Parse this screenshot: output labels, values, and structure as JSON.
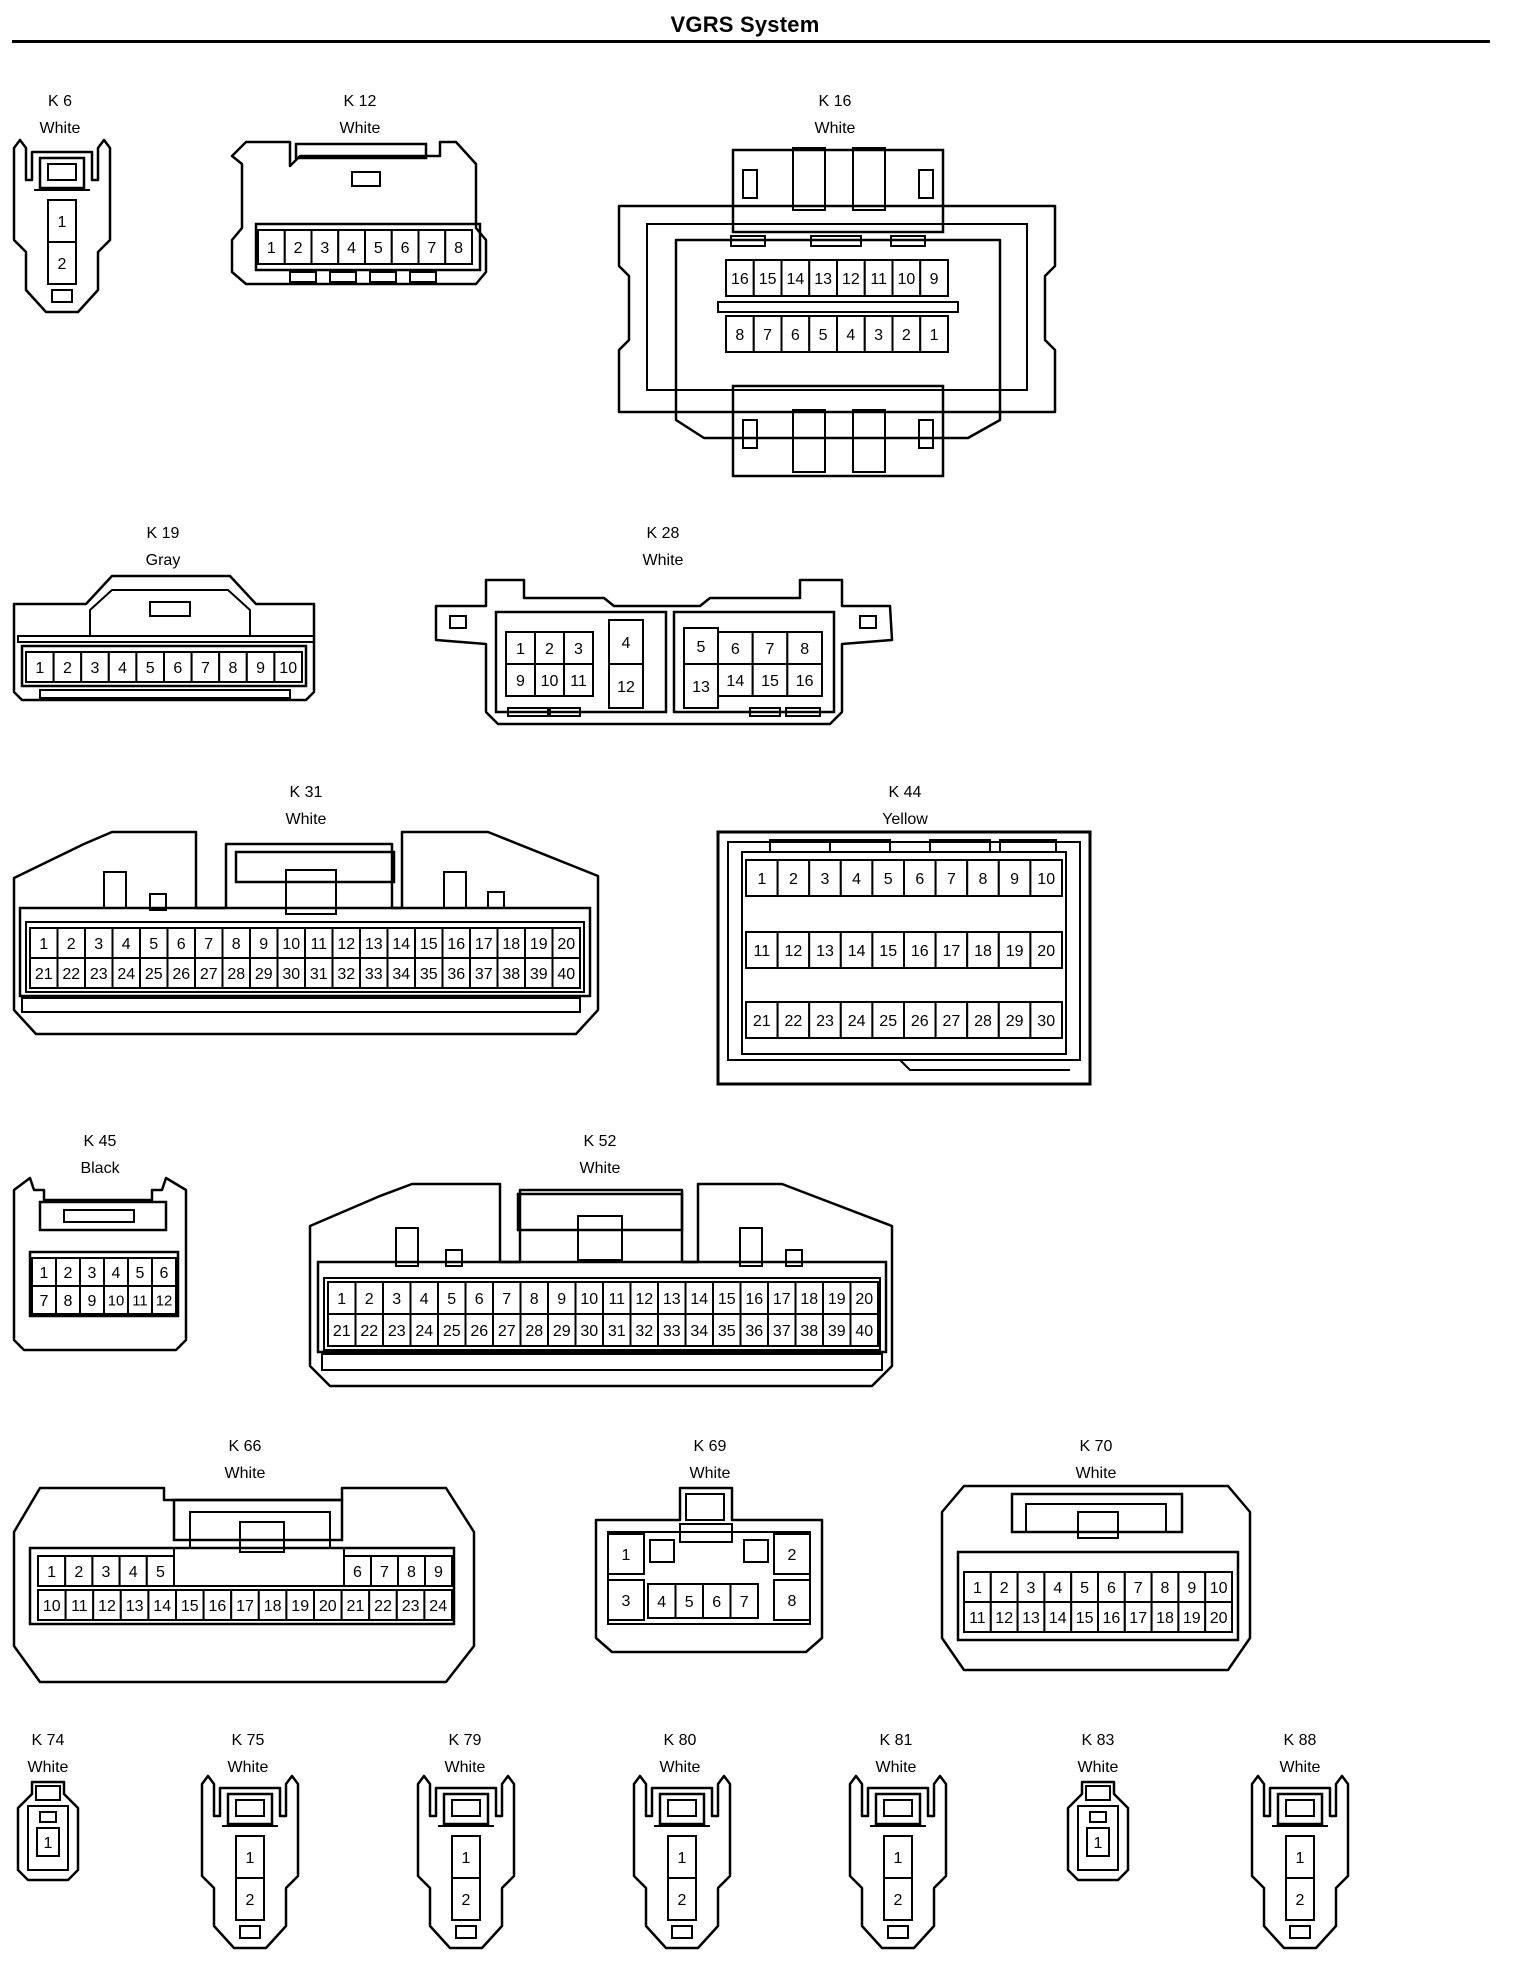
{
  "title": "VGRS System",
  "connectors": [
    {
      "id": "K 6",
      "color": "White"
    },
    {
      "id": "K 12",
      "color": "White"
    },
    {
      "id": "K 16",
      "color": "White"
    },
    {
      "id": "K 19",
      "color": "Gray"
    },
    {
      "id": "K 28",
      "color": "White"
    },
    {
      "id": "K 31",
      "color": "White"
    },
    {
      "id": "K 44",
      "color": "Yellow"
    },
    {
      "id": "K 45",
      "color": "Black"
    },
    {
      "id": "K 52",
      "color": "White"
    },
    {
      "id": "K 66",
      "color": "White"
    },
    {
      "id": "K 69",
      "color": "White"
    },
    {
      "id": "K 70",
      "color": "White"
    },
    {
      "id": "K 74",
      "color": "White"
    },
    {
      "id": "K 75",
      "color": "White"
    },
    {
      "id": "K 79",
      "color": "White"
    },
    {
      "id": "K 80",
      "color": "White"
    },
    {
      "id": "K 81",
      "color": "White"
    },
    {
      "id": "K 83",
      "color": "White"
    },
    {
      "id": "K 88",
      "color": "White"
    }
  ]
}
